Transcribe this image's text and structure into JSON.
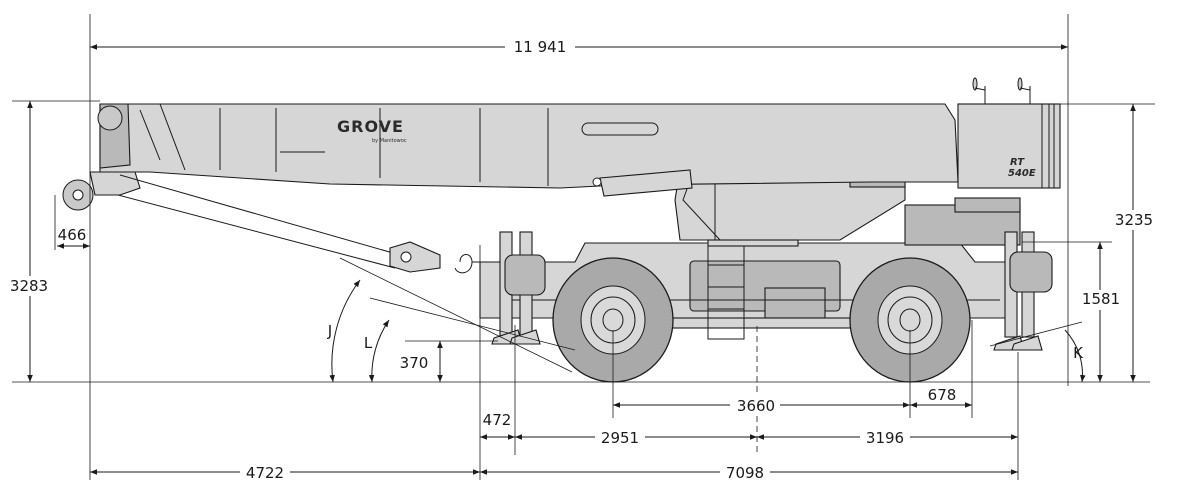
{
  "diagram": {
    "brand": "GROVE",
    "brand_sub": "by Manitowoc",
    "model_line1": "RT",
    "model_line2": "540E"
  },
  "dimensions": {
    "overall_length": "11 941",
    "hook_offset": "466",
    "overall_height_left": "3283",
    "height_right": "3235",
    "deck_height": "1581",
    "ground_clearance": "370",
    "front_overhang_outrigger": "472",
    "wheelbase": "3660",
    "rear_axle_offset": "678",
    "front_to_center": "2951",
    "center_to_rear": "3196",
    "boom_overhang": "4722",
    "outrigger_spread": "7098"
  },
  "angles": {
    "approach_boom": "J",
    "approach_chassis": "L",
    "departure": "K"
  }
}
